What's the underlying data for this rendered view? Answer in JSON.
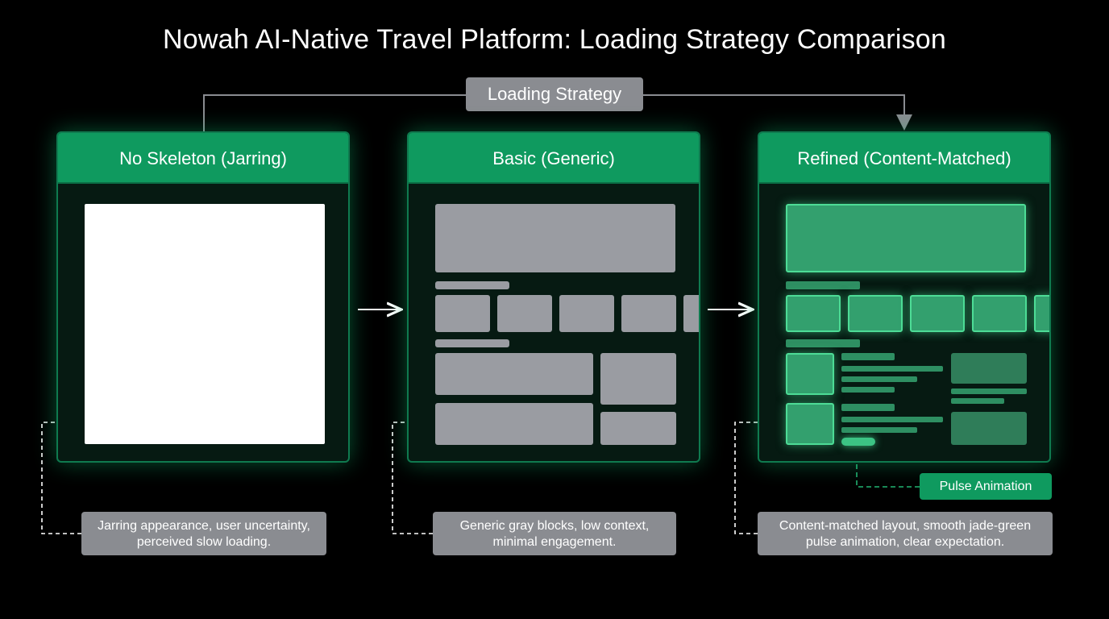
{
  "title": "Nowah AI-Native Travel Platform: Loading Strategy Comparison",
  "strategy_label": "Loading Strategy",
  "panels": [
    {
      "header": "No Skeleton (Jarring)",
      "note": "Jarring appearance, user uncertainty, perceived slow loading."
    },
    {
      "header": "Basic (Generic)",
      "note": "Generic gray blocks, low context, minimal engagement."
    },
    {
      "header": "Refined (Content-Matched)",
      "note": "Content-matched layout, smooth jade-green pulse animation, clear expectation."
    }
  ],
  "pulse_label": "Pulse Animation",
  "colors": {
    "background": "#000000",
    "header_green": "#0f9a5f",
    "skeleton_gray": "#9a9ca2",
    "skeleton_green": "#33a06e",
    "label_gray": "#8a8c91"
  }
}
